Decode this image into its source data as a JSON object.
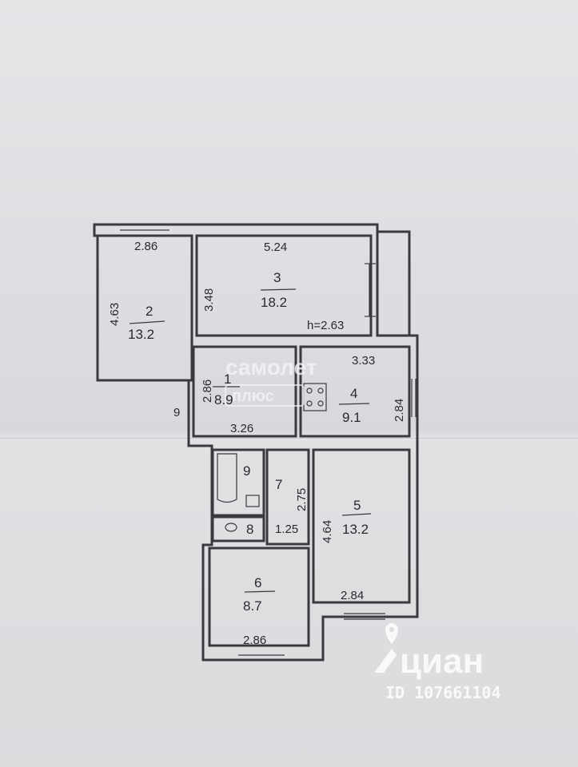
{
  "rooms": [
    {
      "id": "1",
      "number": "1",
      "area": "8.9"
    },
    {
      "id": "2",
      "number": "2",
      "area": "13.2"
    },
    {
      "id": "3",
      "number": "3",
      "area": "18.2"
    },
    {
      "id": "4",
      "number": "4",
      "area": "9.1"
    },
    {
      "id": "5",
      "number": "5",
      "area": "13.2"
    },
    {
      "id": "6",
      "number": "6",
      "area": "8.7"
    },
    {
      "id": "7",
      "number": "7"
    },
    {
      "id": "8",
      "number": "8"
    },
    {
      "id": "9",
      "number": "9"
    }
  ],
  "dimensions": {
    "r2_top": "2.86",
    "r2_side": "4.63",
    "r3_top": "5.24",
    "r3_side": "3.48",
    "ceiling": "h=2.63",
    "r1_side": "2.86",
    "r1_bottom": "3.26",
    "r1_left_9": "9",
    "r4_top": "3.33",
    "r4_side": "2.84",
    "r7_side": "2.75",
    "r7_bottom": "1.25",
    "r5_side": "4.64",
    "r5_bottom": "2.84",
    "r6_bottom": "2.86"
  },
  "watermarks": {
    "samolet": "самолет",
    "plus": "плюс",
    "cian": "циан",
    "cian_id": "ID 107661104"
  },
  "colors": {
    "paper": "#dedcdf",
    "ink": "#2a2a2e",
    "watermark": "#ffffff"
  }
}
